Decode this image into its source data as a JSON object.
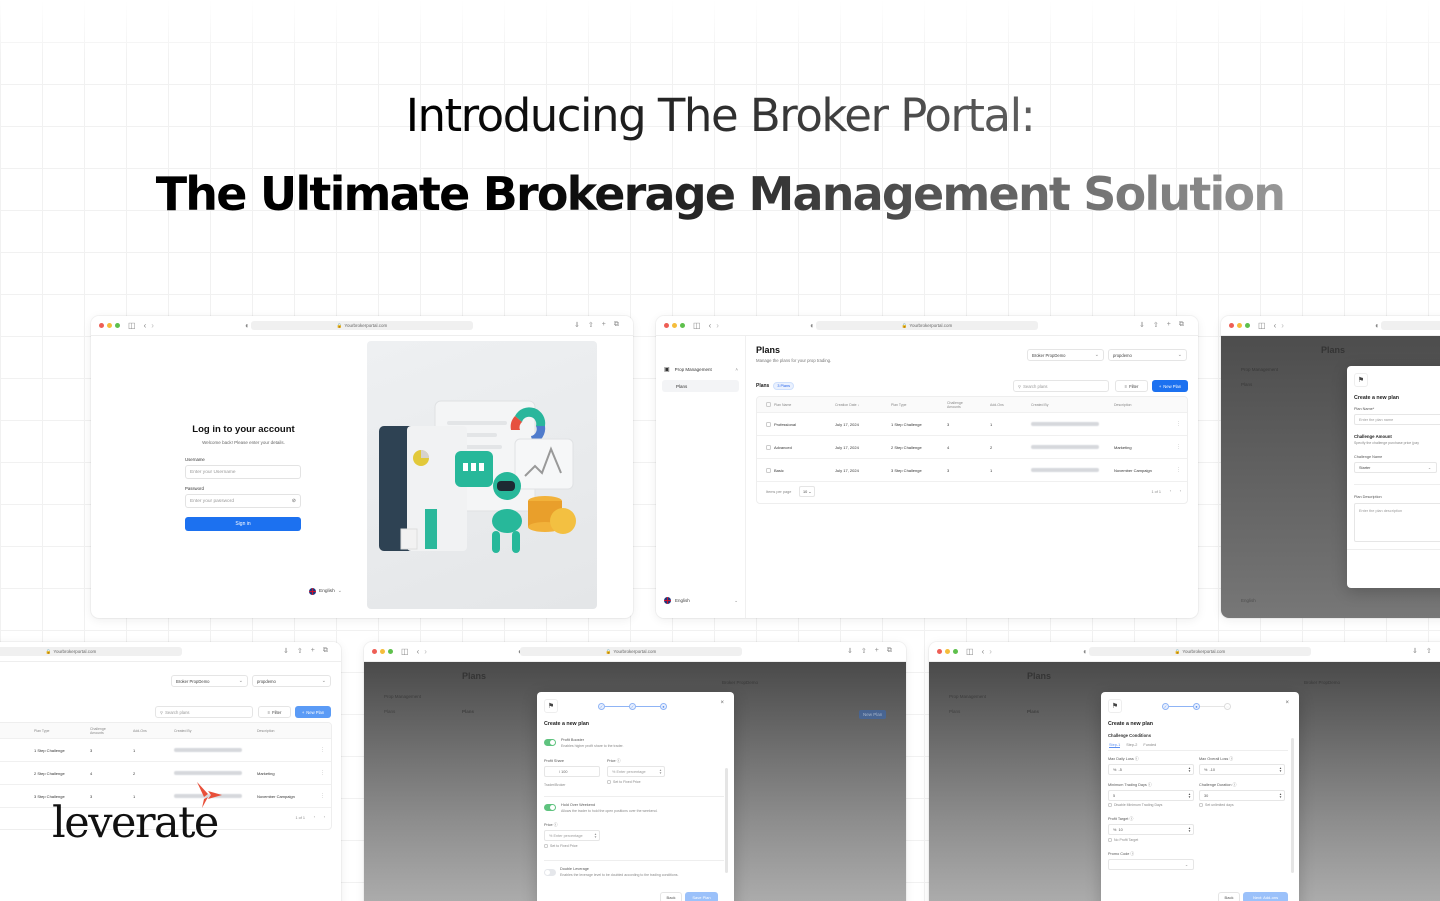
{
  "hero": {
    "line1": "Introducing The Broker Portal:",
    "line2": "The Ultimate Brokerage Management Solution"
  },
  "browser": {
    "url": "Yourbrokerportal.com"
  },
  "login": {
    "title": "Log in to your account",
    "subtitle": "Welcome back! Please enter your details.",
    "username_label": "Username",
    "username_placeholder": "Enter your Username",
    "password_label": "Password",
    "password_placeholder": "Enter your password",
    "signin_label": "Sign in",
    "language": "English"
  },
  "plans": {
    "sidebar_group": "Prop Management",
    "sidebar_item": "Plans",
    "sidebar_language": "English",
    "title": "Plans",
    "subtitle": "Manage the plans for your prop trading.",
    "broker_select": "Broker PropDemo",
    "account_select": "propdemo",
    "section_label": "Plans",
    "count_badge": "3 Plans",
    "search_placeholder": "Search plans",
    "filter_label": "Filter",
    "new_plan_label": "New Plan",
    "columns": [
      "Plan Name",
      "Creation Date ↓",
      "Plan Type",
      "Challenge Amounts",
      "Add-Ons",
      "Created By",
      "Description"
    ],
    "rows": [
      {
        "name": "Professional",
        "date": "July 17, 2024",
        "type": "1 Step Challenge",
        "amounts": "3",
        "addons": "1",
        "description": ""
      },
      {
        "name": "Advanced",
        "date": "July 17, 2024",
        "type": "2 Step Challenge",
        "amounts": "4",
        "addons": "2",
        "description": "Marketing"
      },
      {
        "name": "Basic",
        "date": "July 17, 2024",
        "type": "3 Step Challenge",
        "amounts": "3",
        "addons": "1",
        "description": "November Campaign"
      }
    ],
    "items_per_page_label": "Items per page",
    "items_per_page": "10",
    "pagination": "1 of 1"
  },
  "modal_step1": {
    "title": "Create a new plan",
    "plan_name_label": "Plan Name*",
    "plan_name_placeholder": "Enter the plan name",
    "challenge_amount_title": "Challenge Amount",
    "challenge_amount_sub": "Specify the challenge purchase price (pay",
    "challenge_name_label": "Challenge Name",
    "challenge_name_value": "Starter",
    "plan_description_label": "Plan Description",
    "plan_description_placeholder": "Enter the plan description"
  },
  "modal_addons": {
    "title": "Create a new plan",
    "profit_booster_title": "Profit Booster",
    "profit_booster_sub": "Enables higher profit share to the trader.",
    "profit_share_label": "Profit Share",
    "profit_share_value": "/ 100",
    "profit_share_caption": "Trader/Broker",
    "price_label": "Price",
    "price_placeholder": "Enter percentage",
    "fixed_price_label": "Set to Fixed Price",
    "hold_weekend_title": "Hold Over Weekend",
    "hold_weekend_sub": "Allows the trader to hold the open positions over the weekend.",
    "price2_label": "Price",
    "price2_placeholder": "Enter percentage",
    "fixed_price2_label": "Set to Fixed Price",
    "double_leverage_title": "Double Leverage",
    "double_leverage_sub": "Enables the leverage level to be doubled according to the trading conditions.",
    "back_label": "Back",
    "save_label": "Save Plan"
  },
  "modal_conditions": {
    "title": "Create a new plan",
    "section": "Challenge Conditions",
    "tabs": [
      "Step-1",
      "Step-2",
      "Funded"
    ],
    "max_daily_loss_label": "Max Daily Loss",
    "max_daily_loss_value": "-5",
    "max_overall_loss_label": "Max Overall Loss",
    "max_overall_loss_value": "-10",
    "min_trading_days_label": "Minimum Trading Days",
    "min_trading_days_value": "5",
    "disable_min_days_label": "Disable Minimum Trading Days",
    "challenge_duration_label": "Challenge Duration",
    "challenge_duration_value": "30",
    "unlimited_days_label": "Set unlimited days",
    "profit_target_label": "Profit Target",
    "profit_target_value": "10",
    "no_profit_target_label": "No Profit Target",
    "promo_code_label": "Promo Code",
    "back_label": "Back",
    "next_label": "Next: Add-ons"
  },
  "brand": {
    "logo_text": "leverate",
    "mark_color": "#E8503A",
    "accent": "#1C71F0"
  }
}
